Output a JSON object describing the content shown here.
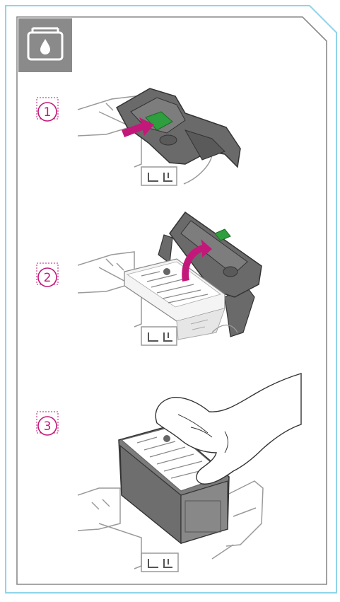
{
  "panel": {
    "header_icon": "ink-cartridge-icon",
    "colors": {
      "frame_outer": "#8fd4ea",
      "frame_inner": "#8a8a8a",
      "header_tile": "#8a8a8a",
      "step_accent": "#c2187a",
      "arrow": "#c2187a",
      "latch": "#2e9e3e",
      "cartridge_body": "#7c7c7c",
      "holder": "#666666"
    }
  },
  "steps": [
    {
      "number": "1",
      "illustration": "push-latch-to-release-cover"
    },
    {
      "number": "2",
      "illustration": "lift-cartridge-cover-open"
    },
    {
      "number": "3",
      "illustration": "remove-ink-cartridge-by-hand"
    }
  ]
}
